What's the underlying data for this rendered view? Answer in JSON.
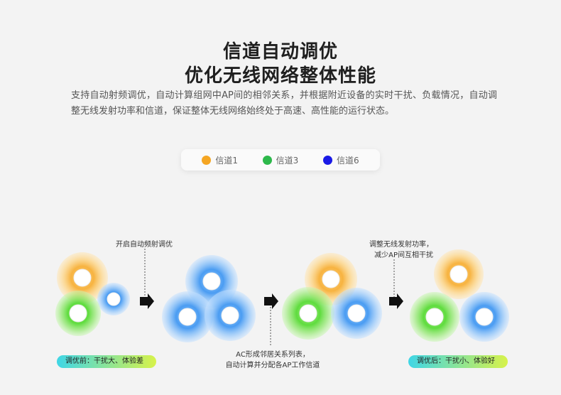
{
  "heading": {
    "line1": "信道自动调优",
    "line2": "优化无线网络整体性能"
  },
  "description": "支持自动射频调优，自动计算组网中AP间的相邻关系，并根据附近设备的实时干扰、负载情况，自动调整无线发射功率和信道，保证整体无线网络始终处于高速、高性能的运行状态。",
  "legend": [
    {
      "label": "信道1",
      "color": "#f5a623"
    },
    {
      "label": "信道3",
      "color": "#2db84b"
    },
    {
      "label": "信道6",
      "color": "#1a1ae6"
    }
  ],
  "notes": {
    "step1": "开启自动频射调优",
    "step2_line1": "AC形成邻居关系列表，",
    "step2_line2": "自动计算并分配各AP工作信道",
    "step3_line1": "调整无线发射功率，",
    "step3_line2": "减少AP间互相干扰"
  },
  "badges": {
    "before": "调优前：干扰大、体验差",
    "after": "调优后：干扰小、体验好"
  },
  "colors": {
    "orange": "#f5a623",
    "green": "#4cd43a",
    "blue": "#3a8ef0"
  }
}
